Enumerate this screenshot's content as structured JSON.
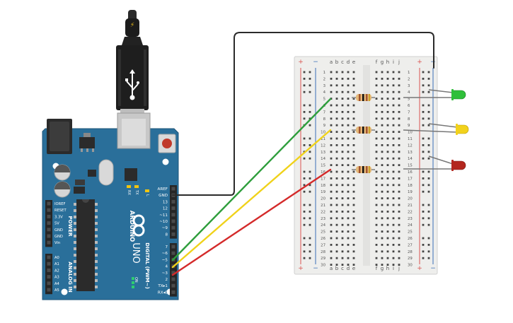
{
  "board": {
    "logo": "ARDUINO",
    "model": "UNO",
    "power_header_title": "POWER",
    "analog_header_title": "ANALOG IN",
    "digital_header_title": "DIGITAL (PWM~)",
    "power_pins": [
      "IOREF",
      "RESET",
      "3.3V",
      "5V",
      "GND",
      "GND",
      "Vin"
    ],
    "analog_pins": [
      "A0",
      "A1",
      "A2",
      "A3",
      "A4",
      "A5"
    ],
    "top_header_pins": [
      "AREF",
      "GND",
      "13",
      "12",
      "~11",
      "~10",
      "~9",
      "8"
    ],
    "bottom_header_pins": [
      "7",
      "~6",
      "~5",
      "4",
      "~3",
      "2",
      "TX▸1",
      "RX◂0"
    ],
    "led_labels": [
      "RX",
      "TX"
    ],
    "l_label": "L",
    "on_label": "ON"
  },
  "breadboard": {
    "column_letters_left": [
      "a",
      "b",
      "c",
      "d",
      "e"
    ],
    "column_letters_right": [
      "f",
      "g",
      "h",
      "i",
      "j"
    ],
    "row_numbers": [
      "1",
      "2",
      "3",
      "4",
      "5",
      "6",
      "7",
      "8",
      "9",
      "10",
      "11",
      "12",
      "13",
      "14",
      "15",
      "16",
      "17",
      "18",
      "19",
      "20",
      "21",
      "22",
      "23",
      "24",
      "25",
      "26",
      "27",
      "28",
      "29",
      "30"
    ],
    "rail_plus": "+",
    "rail_minus": "−"
  },
  "components": {
    "leds": [
      {
        "color_name": "green",
        "color": "#2fbf3a"
      },
      {
        "color_name": "yellow",
        "color": "#f2d21c"
      },
      {
        "color_name": "red",
        "color": "#b3261e"
      }
    ],
    "wires": [
      {
        "color": "#2e9e3c"
      },
      {
        "color": "#f0d21a"
      },
      {
        "color": "#d42a2a"
      },
      {
        "color": "#2b2b2b"
      }
    ]
  },
  "colors": {
    "board": "#2a6f9a",
    "board_dark": "#1f5579",
    "breadboard": "#eeeeec",
    "rail_red": "#d9534f",
    "rail_blue": "#3a6fb8"
  }
}
